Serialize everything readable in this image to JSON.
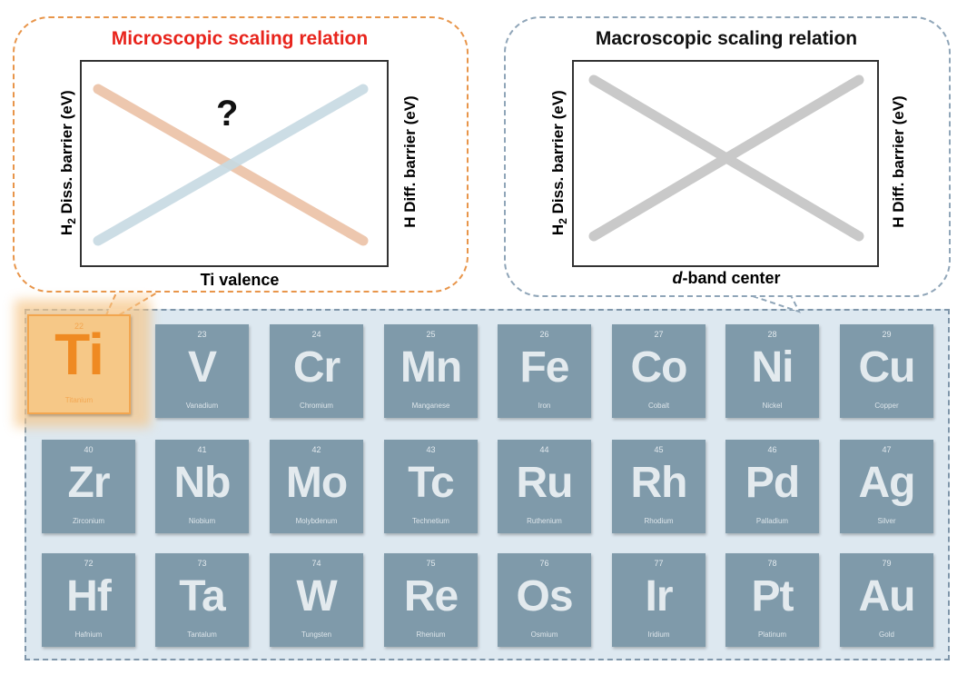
{
  "micro_panel": {
    "title": "Microscopic scaling relation",
    "title_color": "#e8241c",
    "ylabel_left_prefix": "H",
    "ylabel_left_sub": "2",
    "ylabel_left_rest": " Diss. barrier (eV)",
    "ylabel_right": "H Diff. barrier (eV)",
    "xlabel": "Ti valence",
    "question": "?",
    "line_dec_color": "#ecc1a6",
    "line_inc_color": "#c7dae3"
  },
  "macro_panel": {
    "title": "Macroscopic scaling relation",
    "ylabel_left_prefix": "H",
    "ylabel_left_sub": "2",
    "ylabel_left_rest": " Diss. barrier (eV)",
    "ylabel_right": "H Diff. barrier (eV)",
    "xlabel_italic": "d",
    "xlabel_rest": "-band center",
    "line_color": "#c9c9c9"
  },
  "highlight": {
    "number": "22",
    "symbol": "Ti",
    "name": "Titanium"
  },
  "elements": [
    [
      {
        "number": "23",
        "symbol": "V",
        "name": "Vanadium"
      },
      {
        "number": "24",
        "symbol": "Cr",
        "name": "Chromium"
      },
      {
        "number": "25",
        "symbol": "Mn",
        "name": "Manganese"
      },
      {
        "number": "26",
        "symbol": "Fe",
        "name": "Iron"
      },
      {
        "number": "27",
        "symbol": "Co",
        "name": "Cobalt"
      },
      {
        "number": "28",
        "symbol": "Ni",
        "name": "Nickel"
      },
      {
        "number": "29",
        "symbol": "Cu",
        "name": "Copper"
      }
    ],
    [
      {
        "number": "40",
        "symbol": "Zr",
        "name": "Zirconium"
      },
      {
        "number": "41",
        "symbol": "Nb",
        "name": "Niobium"
      },
      {
        "number": "42",
        "symbol": "Mo",
        "name": "Molybdenum"
      },
      {
        "number": "43",
        "symbol": "Tc",
        "name": "Technetium"
      },
      {
        "number": "44",
        "symbol": "Ru",
        "name": "Ruthenium"
      },
      {
        "number": "45",
        "symbol": "Rh",
        "name": "Rhodium"
      },
      {
        "number": "46",
        "symbol": "Pd",
        "name": "Palladium"
      },
      {
        "number": "47",
        "symbol": "Ag",
        "name": "Silver"
      }
    ],
    [
      {
        "number": "72",
        "symbol": "Hf",
        "name": "Hafnium"
      },
      {
        "number": "73",
        "symbol": "Ta",
        "name": "Tantalum"
      },
      {
        "number": "74",
        "symbol": "W",
        "name": "Tungsten"
      },
      {
        "number": "75",
        "symbol": "Re",
        "name": "Rhenium"
      },
      {
        "number": "76",
        "symbol": "Os",
        "name": "Osmium"
      },
      {
        "number": "77",
        "symbol": "Ir",
        "name": "Iridium"
      },
      {
        "number": "78",
        "symbol": "Pt",
        "name": "Platinum"
      },
      {
        "number": "79",
        "symbol": "Au",
        "name": "Gold"
      }
    ]
  ]
}
